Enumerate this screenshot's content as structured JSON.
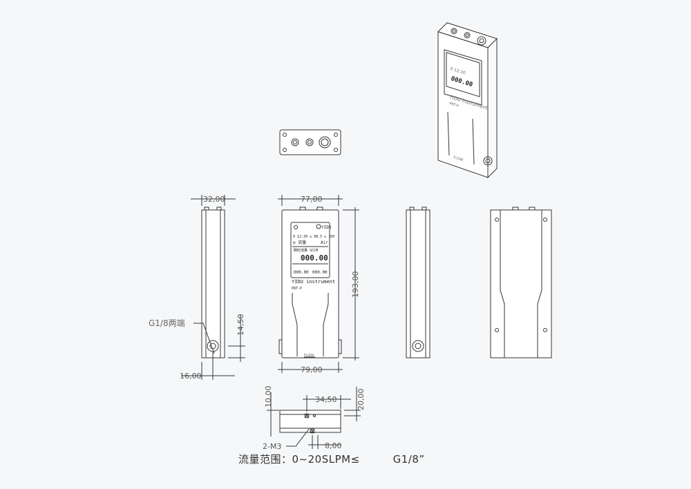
{
  "dimensions": {
    "side_width": "32,00",
    "front_width_top": "77,00",
    "front_width_bottom": "79,00",
    "height": "193,00",
    "port_height": "14,50",
    "port_offset": "16,00",
    "bottom_10": "10,00",
    "bottom_34": "34,50",
    "bottom_20": "20,00",
    "bottom_8": "8,00"
  },
  "labels": {
    "port_note": "G1/8两端",
    "mount_note": "2-M3",
    "flow_marker": "FLOW"
  },
  "device_screen": {
    "brand": "YIDU",
    "brand_full": "YIDU instrument",
    "model": "PRT-P",
    "flow_title": "瞬时流量 SCCM",
    "flow_value": "000.00",
    "total_left": "000.00",
    "total_right": "000.00",
    "gas": "Air"
  },
  "caption": {
    "range": "流量范围：0~20SLPM≤",
    "thread": "G1/8”"
  }
}
